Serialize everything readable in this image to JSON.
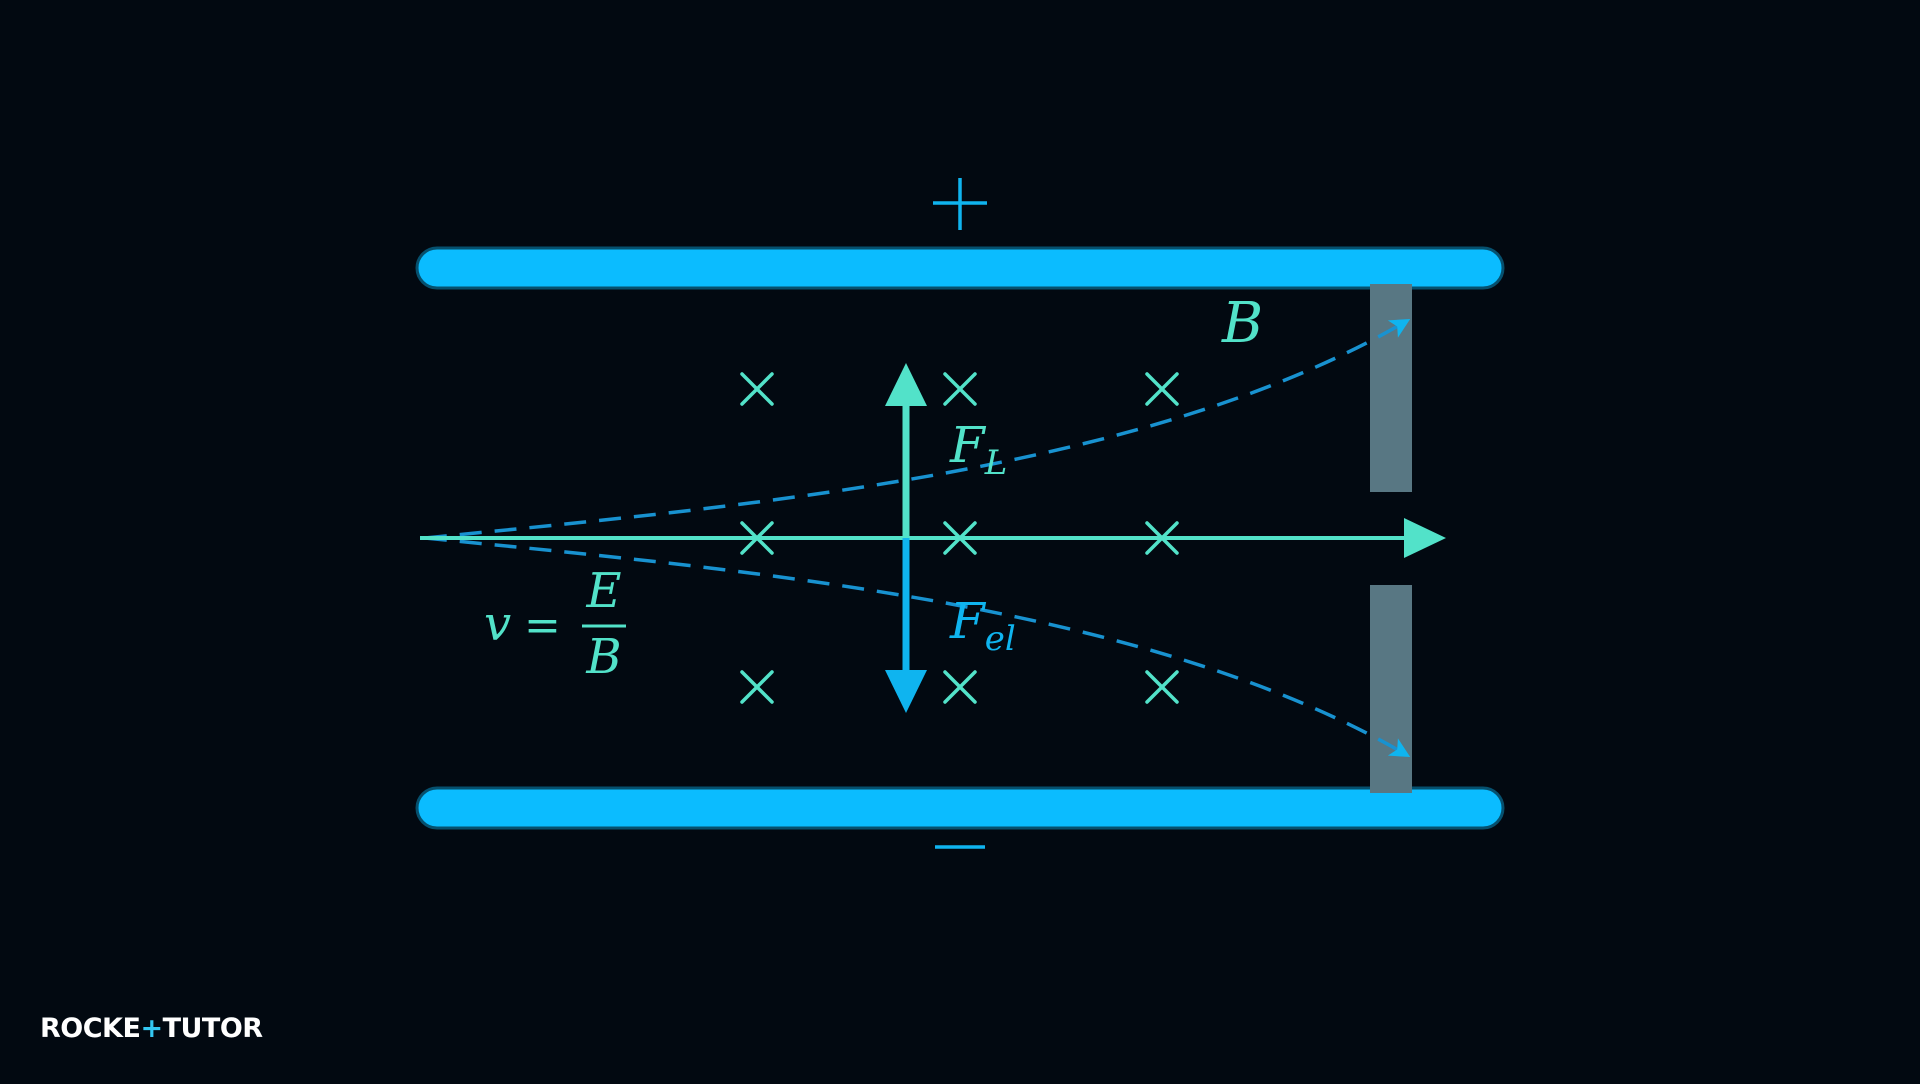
{
  "diagram": {
    "plate_top_sign": "+",
    "plate_bottom_sign": "−",
    "field_label": "B",
    "force_lorentz": {
      "symbol": "F",
      "subscript": "L"
    },
    "force_electric": {
      "symbol": "F",
      "subscript": "el"
    },
    "velocity_formula": {
      "lhs": "v",
      "equals": "=",
      "numerator": "E",
      "denominator": "B"
    }
  },
  "brand": {
    "logo_part_1": "ROCKE",
    "logo_part_2": "TUTO",
    "logo_part_3": "R"
  },
  "colors": {
    "background": "#020911",
    "plate": "#0bbcff",
    "screen": "#587783",
    "beam": "#52e2c9",
    "deflected_path": "#1892d0"
  }
}
